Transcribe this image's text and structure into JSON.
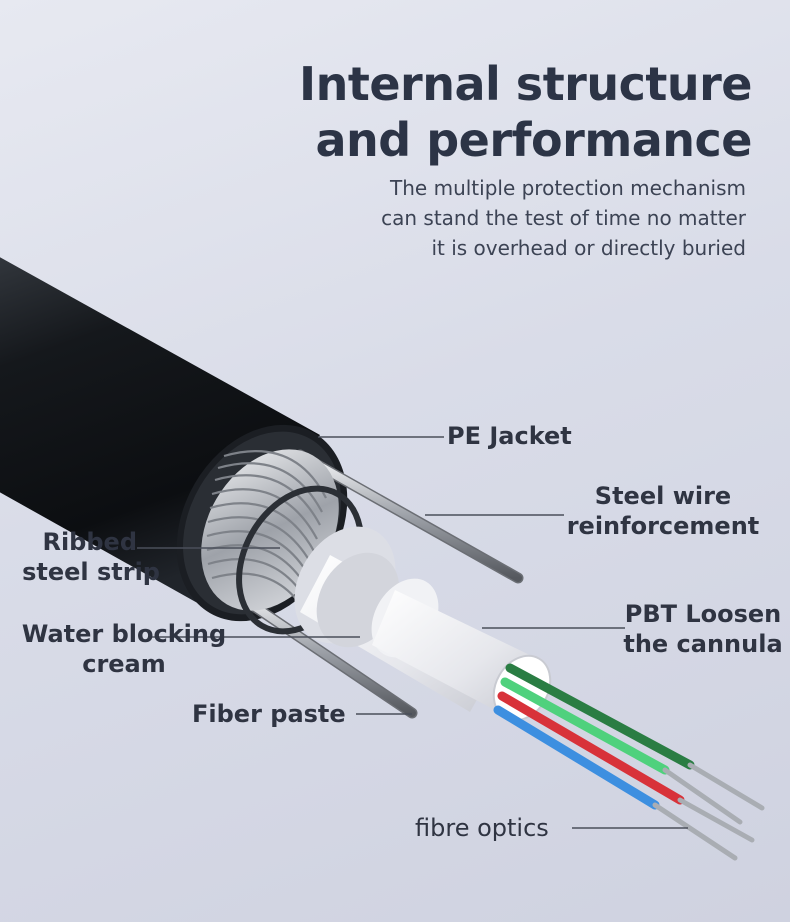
{
  "header": {
    "title_line1": "Internal structure",
    "title_line2": "and performance",
    "subtitle_line1": "The multiple protection mechanism",
    "subtitle_line2": "can stand the test of time no matter",
    "subtitle_line3": "it is overhead or directly buried"
  },
  "labels": {
    "pe_jacket": "PE Jacket",
    "steel_wire_line1": "Steel wire",
    "steel_wire_line2": "reinforcement",
    "ribbed_line1": "Ribbed",
    "ribbed_line2": "steel strip",
    "water_line1": "Water blocking",
    "water_line2": "cream",
    "pbt_line1": "PBT Loosen",
    "pbt_line2": "the cannula",
    "fiber_paste": "Fiber paste",
    "fibre_optics": "fibre optics"
  },
  "colors": {
    "jacket": "#14171c",
    "steel": "#b9bcc2",
    "tube": "#eeeff3",
    "fiber_green_dark": "#2e8a4a",
    "fiber_green_light": "#4fd17d",
    "fiber_red": "#d8323a",
    "fiber_blue": "#3d8fe0",
    "text_dark": "#2c3446"
  }
}
